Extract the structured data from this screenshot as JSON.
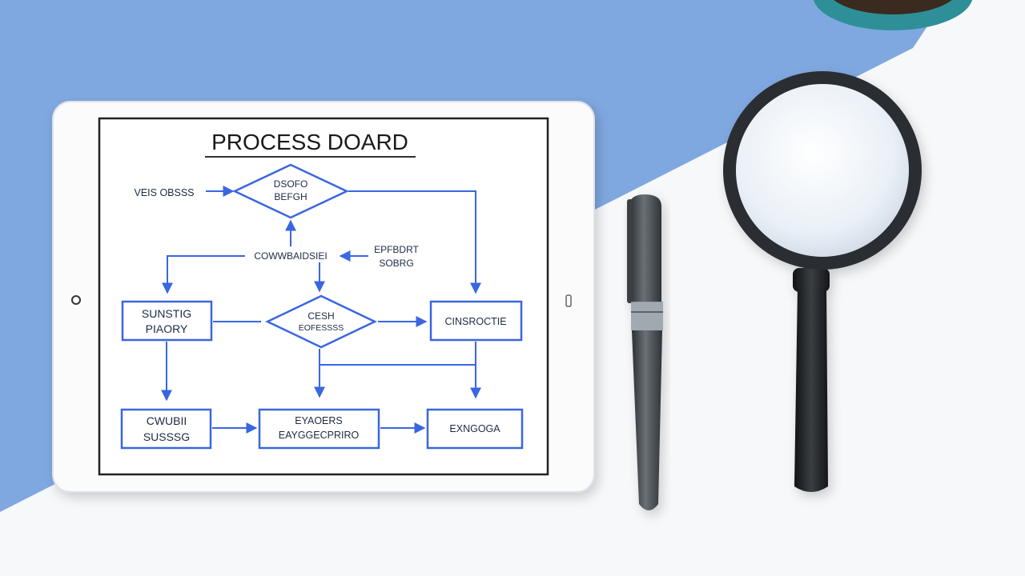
{
  "board": {
    "title": "PROCESS DOARD"
  },
  "nodes": {
    "start_label": "VEIS OBSSS",
    "decision_top": {
      "line1": "DSOFO",
      "line2": "BEFGH"
    },
    "mid_label": "COWWBAIDSIEI",
    "side_note": {
      "line1": "EPFBDRT",
      "line2": "SOBRG"
    },
    "box_left": {
      "line1": "SUNSTIG",
      "line2": "PIAORY"
    },
    "decision_mid": {
      "line1": "CESH",
      "line2": "EOFESSSS"
    },
    "box_right": "CINSROCTIE",
    "box_bottom_left": {
      "line1": "CWUBII",
      "line2": "SUSSSG"
    },
    "box_bottom_mid": {
      "line1": "EYAOERS",
      "line2": "EAYGGECPRIRO"
    },
    "box_bottom_right": "EXNGOGA"
  },
  "colors": {
    "background_blue": "#7fa8e0",
    "desk_white": "#f7f8fa",
    "diagram_blue": "#3a66e0",
    "tablet_frame": "#fbfbfc",
    "screen_border": "#222222",
    "pen_body": "#4a4f54",
    "lens_frame": "#2b2f33",
    "lens_glass": "#eef3f8",
    "mug_teal": "#2e8f98"
  },
  "icons": {
    "camera": "camera-dot-icon",
    "home_button": "home-button-icon"
  }
}
